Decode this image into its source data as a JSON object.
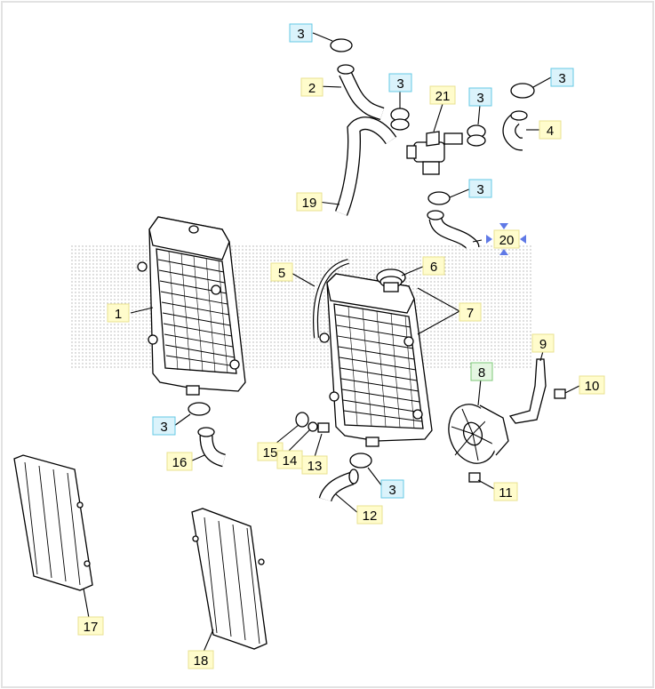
{
  "colors": {
    "frame": "#e2e2e2",
    "label_yellow": "#fffccc",
    "label_yellow_border": "#e8e290",
    "label_blue": "#dbf3fb",
    "label_blue_border": "#66c9e4",
    "label_green": "#e5f6e2",
    "label_green_border": "#7ec878",
    "marker": "#5f79e6"
  },
  "callouts": {
    "c1": "1",
    "c2": "2",
    "c3a": "3",
    "c3b": "3",
    "c3c": "3",
    "c3d": "3",
    "c3e": "3",
    "c3f": "3",
    "c3g": "3",
    "c4": "4",
    "c5": "5",
    "c6": "6",
    "c7": "7",
    "c8": "8",
    "c9": "9",
    "c10": "10",
    "c11": "11",
    "c12": "12",
    "c13": "13",
    "c14": "14",
    "c15": "15",
    "c16": "16",
    "c17": "17",
    "c18": "18",
    "c19": "19",
    "c20": "20",
    "c21": "21"
  }
}
